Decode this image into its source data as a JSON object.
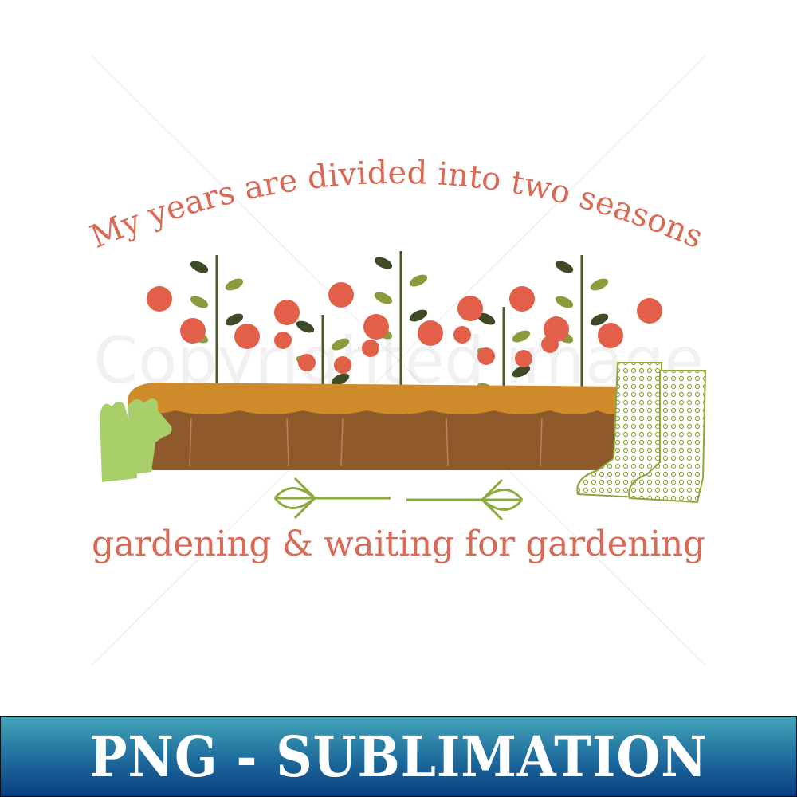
{
  "design": {
    "top_text": "My years are divided into two seasons",
    "bottom_text": "gardening & waiting for gardening",
    "watermark": "Copyrighted image",
    "colors": {
      "text": "#d96a55",
      "tomato": "#e2604a",
      "leaf": "#8a9a3c",
      "soil_top": "#cf8a2a",
      "planter": "#8e5a2c",
      "glove": "#a8cf6a",
      "boot": "#9ab23c"
    }
  },
  "banner": {
    "label": "PNG - SUBLIMATION",
    "colors": [
      "#44a6b9",
      "#0c3f82"
    ]
  }
}
